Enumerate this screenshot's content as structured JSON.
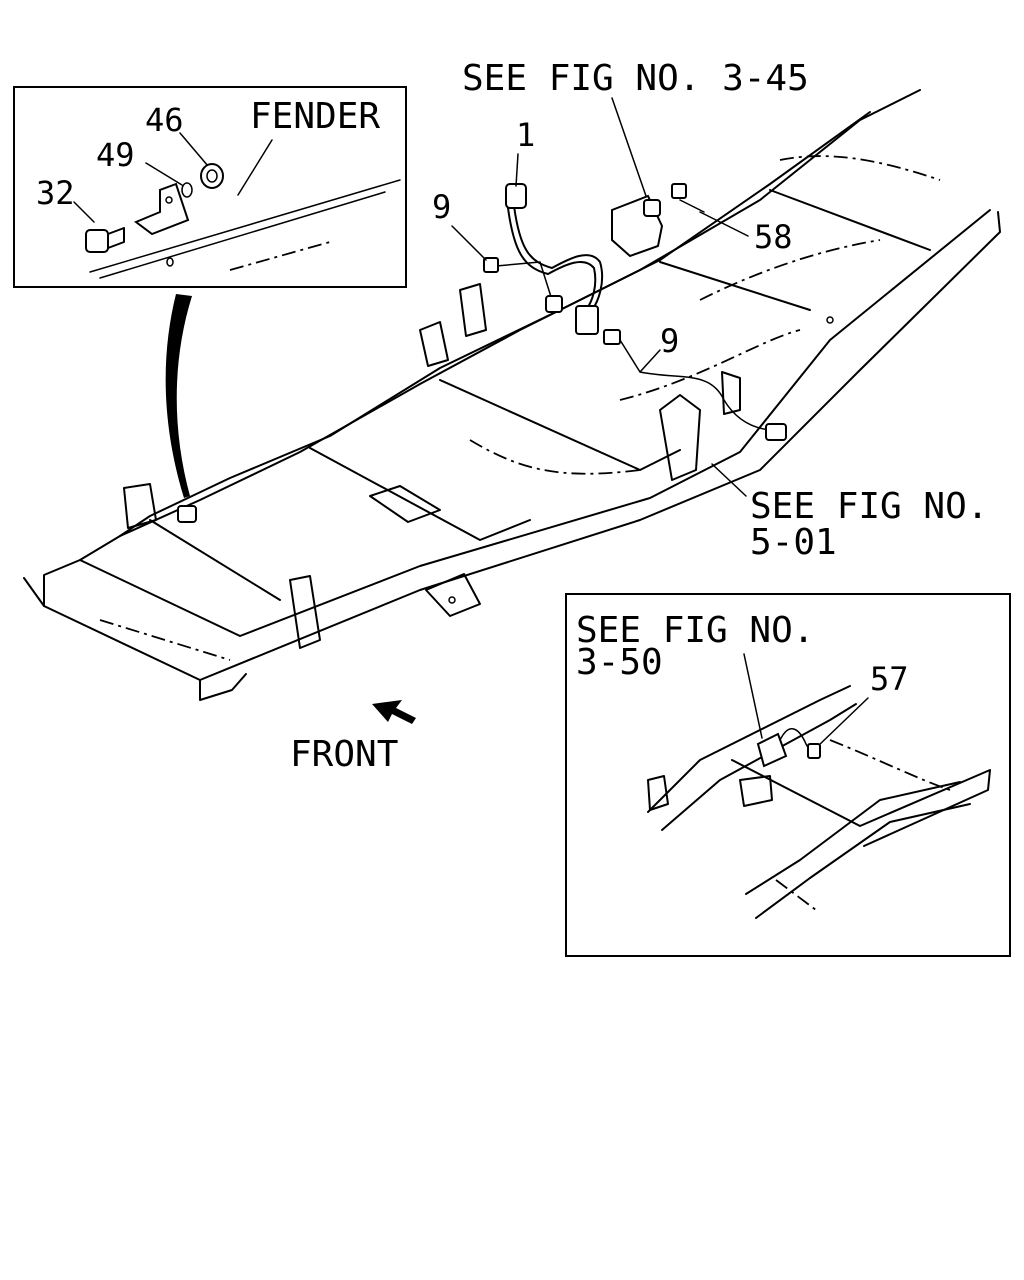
{
  "callouts": {
    "see_fig_3_45": "SEE FIG NO. 3-45",
    "see_fig_5_01_line1": "SEE FIG NO.",
    "see_fig_5_01_line2": "5-01",
    "see_fig_3_50_line1": "SEE FIG NO.",
    "see_fig_3_50_line2": "3-50",
    "front": "FRONT",
    "fender": "FENDER"
  },
  "part_numbers": {
    "p1": "1",
    "p9_upper": "9",
    "p9_lower": "9",
    "p58": "58",
    "p57": "57",
    "p32": "32",
    "p49": "49",
    "p46": "46"
  },
  "colors": {
    "ink": "#000000",
    "paper": "#ffffff"
  }
}
